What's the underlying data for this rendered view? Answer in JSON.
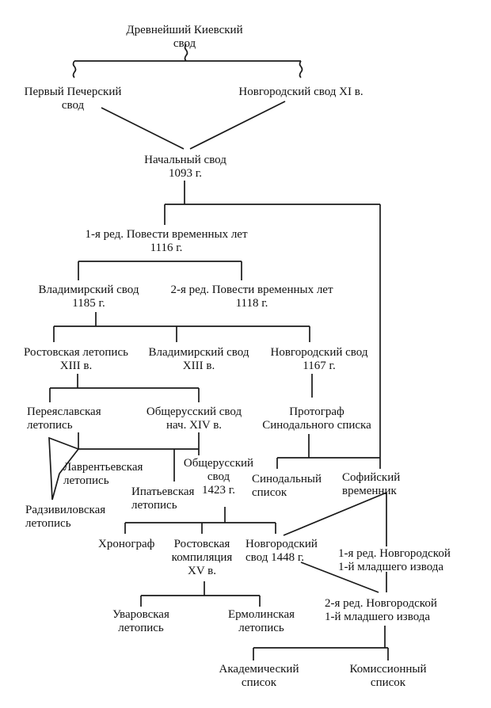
{
  "diagram": {
    "nodes": {
      "drevneishii": [
        "Древнейший Киевский",
        "свод"
      ],
      "pervyi_pechersky": [
        "Первый Печерский",
        "свод"
      ],
      "novgorod_xi": [
        "Новгородский свод XI в."
      ],
      "nachalnyi": [
        "Начальный свод",
        "1093 г."
      ],
      "pvl1": [
        "1-я ред. Повести временных лет",
        "1116 г."
      ],
      "vladimir_1185": [
        "Владимирский свод",
        "1185 г."
      ],
      "pvl2": [
        "2-я ред. Повести временных лет",
        "1118 г."
      ],
      "rostov_xiii": [
        "Ростовская летопись",
        "XIII в."
      ],
      "vladimir_xiii": [
        "Владимирский свод",
        "XIII в."
      ],
      "novgorod_1167": [
        "Новгородский свод",
        "1167 г."
      ],
      "pereyaslav": [
        "Переяславская",
        "летопись"
      ],
      "obshcherus_xiv": [
        "Общерусский свод",
        "нач. XIV в."
      ],
      "protograf": [
        "Протограф",
        "Синодального списка"
      ],
      "lavrentiev": [
        "Лаврентьевская",
        "летопись"
      ],
      "obshcherus_1423": [
        "Общерусский",
        "свод",
        "1423 г."
      ],
      "sinodal": [
        "Синодальный",
        "список"
      ],
      "sofiisky": [
        "Софийский",
        "временник"
      ],
      "ipatiev": [
        "Ипатьевская",
        "летопись"
      ],
      "radziwill": [
        "Радзивиловская",
        "летопись"
      ],
      "chronograf": [
        "Хронограф"
      ],
      "rostov_comp": [
        "Ростовская",
        "компиляция",
        "XV в."
      ],
      "novgorod_1448": [
        "Новгородский",
        "свод 1448 г."
      ],
      "nov1_young_1": [
        "1-я ред. Новгородской",
        "1-й младшего извода"
      ],
      "nov1_young_2": [
        "2-я ред. Новгородской",
        "1-й младшего извода"
      ],
      "uvarov": [
        "Уваровская",
        "летопись"
      ],
      "ermolin": [
        "Ермолинская",
        "летопись"
      ],
      "akadem": [
        "Академический",
        "список"
      ],
      "komiss": [
        "Комиссионный",
        "список"
      ]
    }
  }
}
